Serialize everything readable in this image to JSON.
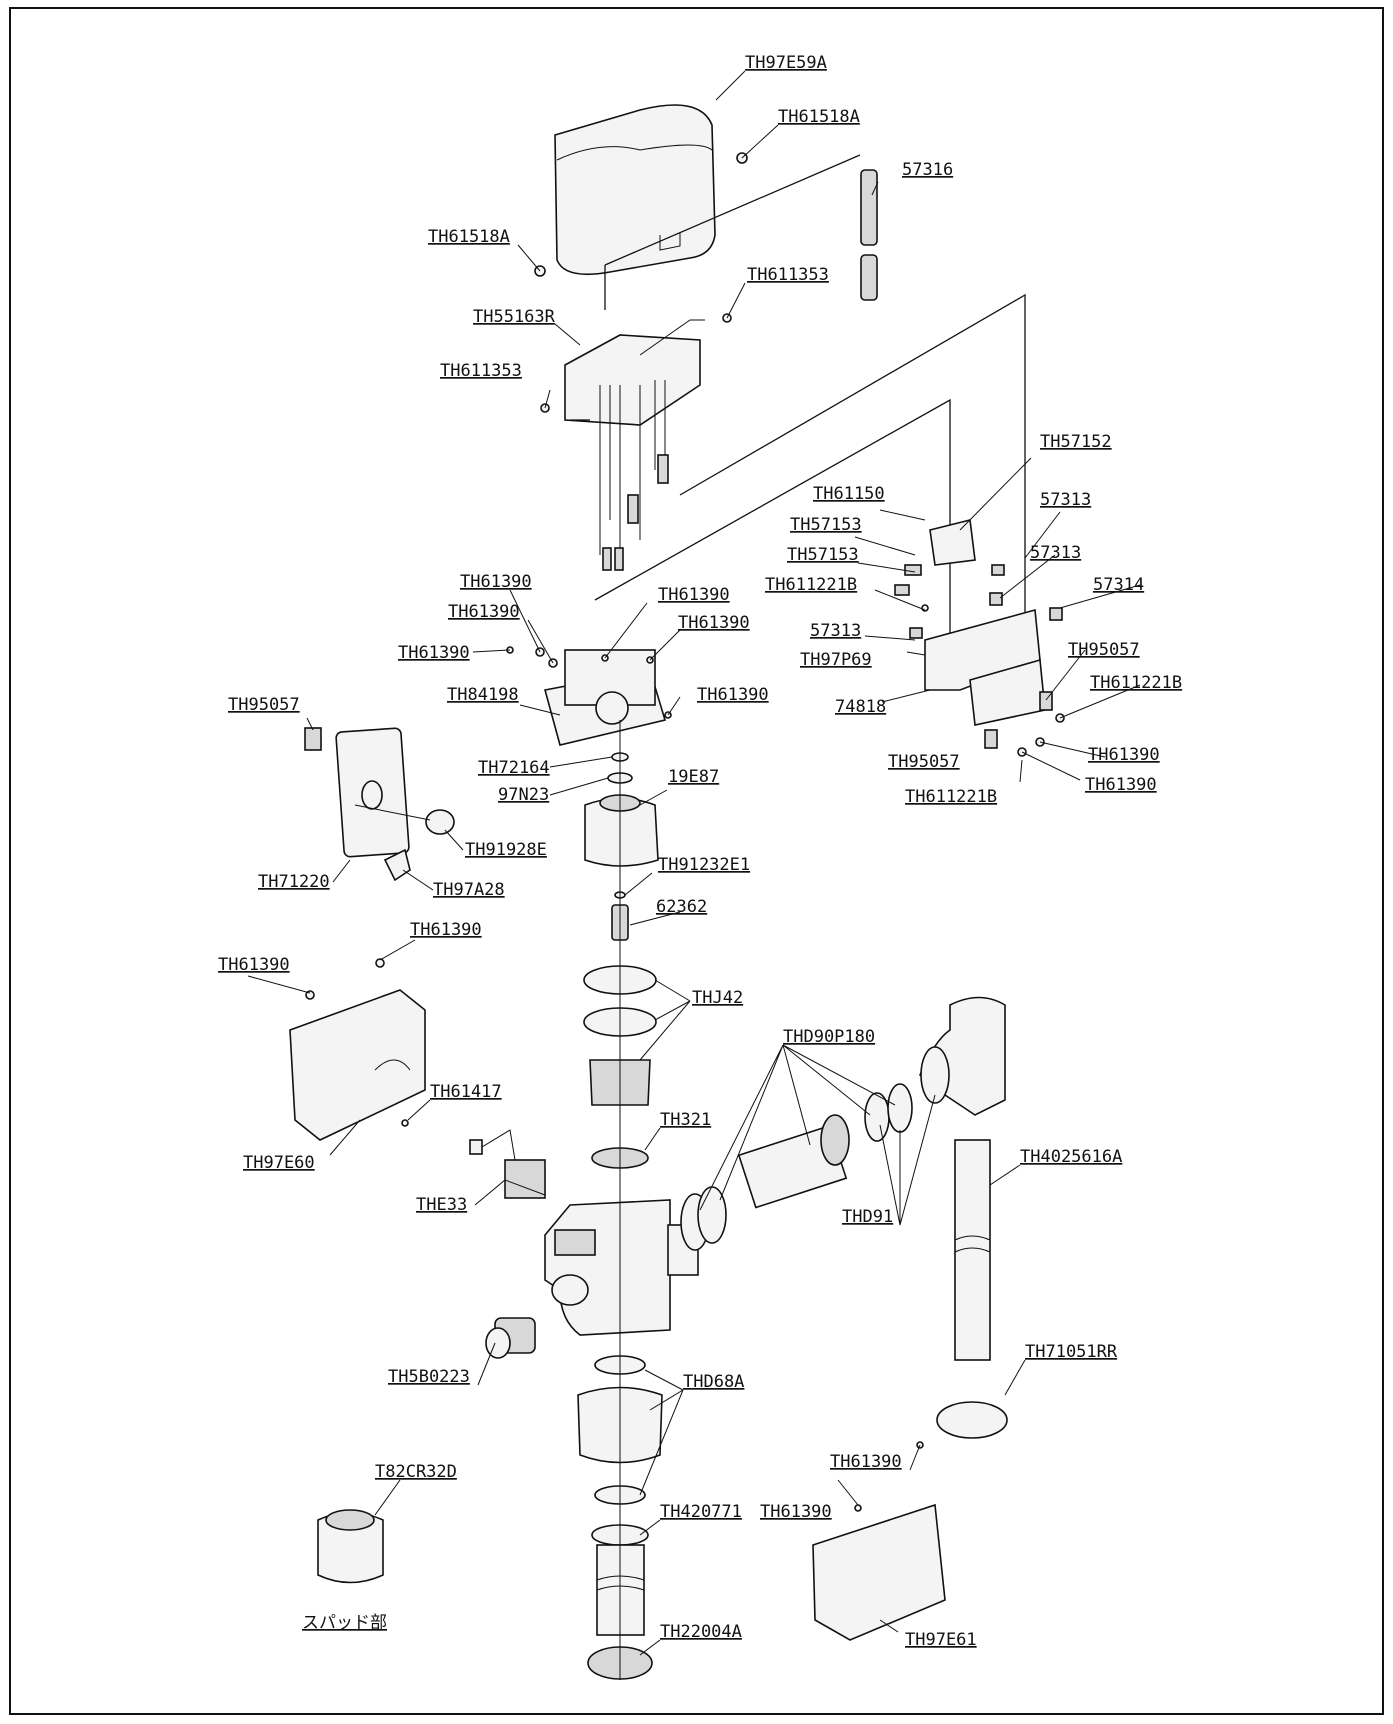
{
  "diagram": {
    "labels": {
      "th97e59a": "TH97E59A",
      "th61518a_top": "TH61518A",
      "l57316": "57316",
      "th61518a_left": "TH61518A",
      "th611353_top": "TH611353",
      "th55163r": "TH55163R",
      "th611353_left": "TH611353",
      "th57152": "TH57152",
      "th61150": "TH61150",
      "l57313_a": "57313",
      "th57153_a": "TH57153",
      "l57313_b": "57313",
      "th57153_b": "TH57153",
      "l57314": "57314",
      "th611221b_a": "TH611221B",
      "l57313_c": "57313",
      "th95057_r": "TH95057",
      "th97p69": "TH97P69",
      "th611221b_b": "TH611221B",
      "l74818": "74818",
      "th61390_r1": "TH61390",
      "th95057_r2": "TH95057",
      "th61390_r2": "TH61390",
      "th611221b_c": "TH611221B",
      "th61390_a": "TH61390",
      "th61390_b": "TH61390",
      "th61390_c": "TH61390",
      "th61390_d": "TH61390",
      "th61390_e": "TH61390",
      "th61390_f": "TH61390",
      "th84198": "TH84198",
      "th72164": "TH72164",
      "l97n23": "97N23",
      "l19e87": "19E87",
      "th95057_l": "TH95057",
      "th91928e": "TH91928E",
      "th71220": "TH71220",
      "th97a28": "TH97A28",
      "th91232e1": "TH91232E1",
      "l62362": "62362",
      "th61390_g": "TH61390",
      "th61390_h": "TH61390",
      "thj42": "THJ42",
      "thd90p180": "THD90P180",
      "th61417": "TH61417",
      "th97e60": "TH97E60",
      "th321": "TH321",
      "th4025616a": "TH4025616A",
      "the33": "THE33",
      "thd91": "THD91",
      "th5b0223": "TH5B0223",
      "thd68a": "THD68A",
      "th71051rr": "TH71051RR",
      "th61390_i": "TH61390",
      "t82cr32d": "T82CR32D",
      "th61390_j": "TH61390",
      "th420771": "TH420771",
      "spud": "スパッド部",
      "th22004a": "TH22004A",
      "th97e61": "TH97E61"
    }
  }
}
